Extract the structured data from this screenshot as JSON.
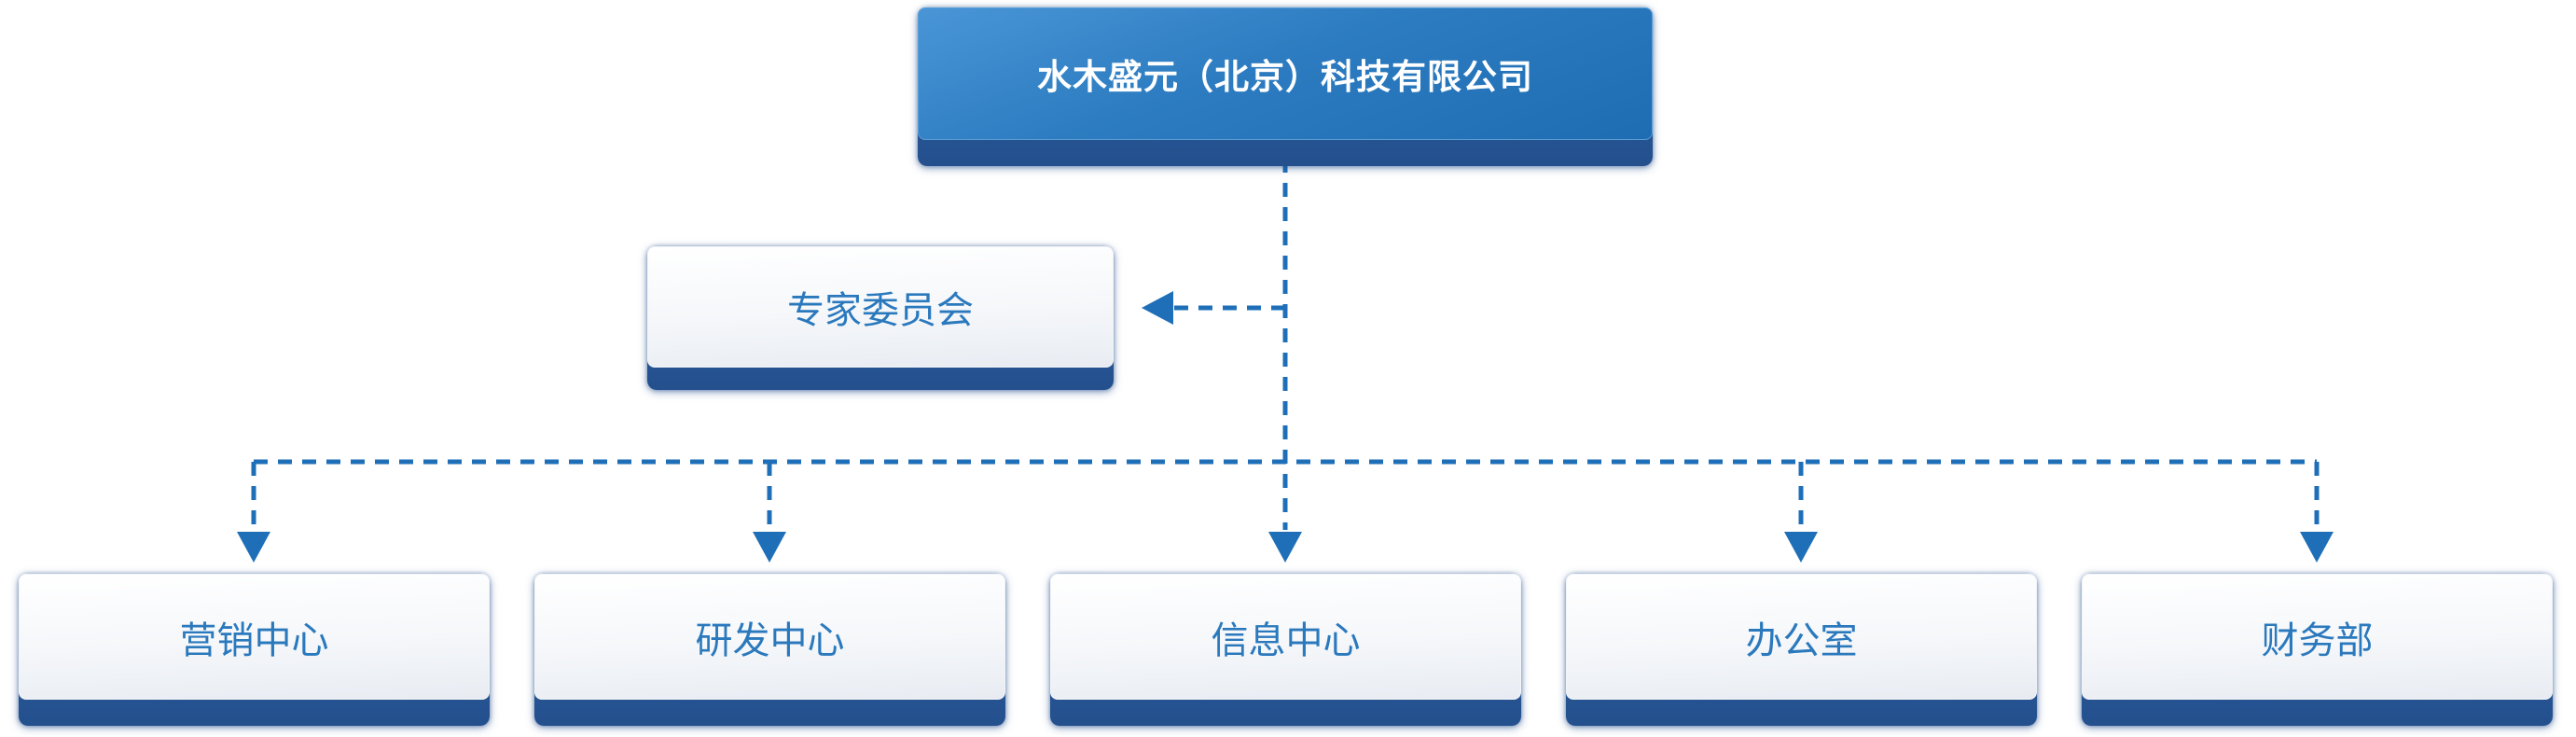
{
  "org_chart": {
    "root": {
      "label": "水木盛元（北京）科技有限公司"
    },
    "committee": {
      "label": "专家委员会"
    },
    "departments": [
      {
        "label": "营销中心"
      },
      {
        "label": "研发中心"
      },
      {
        "label": "信息中心"
      },
      {
        "label": "办公室"
      },
      {
        "label": "财务部"
      }
    ]
  },
  "colors": {
    "connector_blue": "#1e6fb8",
    "root_fill_top": "#4995d6",
    "root_fill_bottom": "#1e6cb1",
    "root_text": "#ffffff",
    "pedestal_navy": "#24508e",
    "node_fill_top": "#ffffff",
    "node_fill_bottom": "#e8ecf2",
    "node_text_blue": "#2b79bd",
    "background": "#ffffff"
  }
}
